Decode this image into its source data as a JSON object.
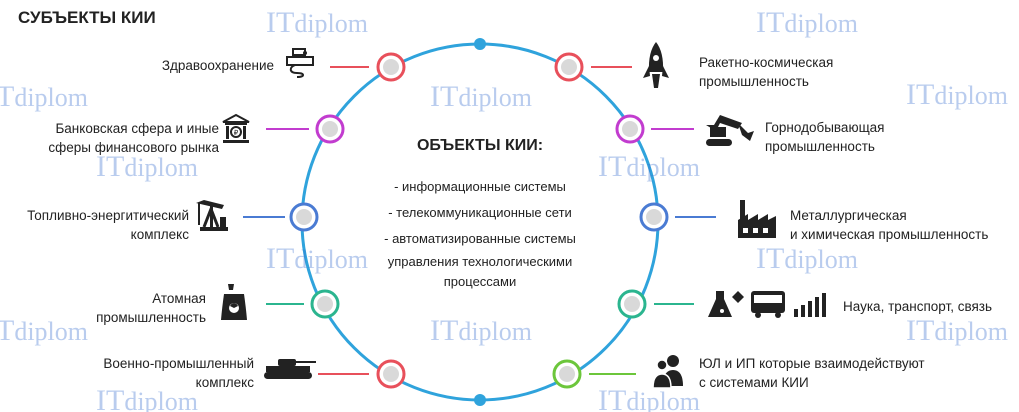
{
  "title": "СУБЪЕКТЫ КИИ",
  "center": {
    "heading": "ОБЪЕКТЫ КИИ:",
    "items": [
      "- информационные системы",
      "- телекоммуникационные сети",
      "- автоматизированные системы",
      "управления технологическими",
      "процессами"
    ]
  },
  "left_labels": [
    {
      "lines": [
        "Здравоохранение"
      ],
      "color": "#e8505b",
      "icon": "health-icon"
    },
    {
      "lines": [
        "Банковская сфера и иные",
        "сферы финансового рынка"
      ],
      "color": "#c23ccf",
      "icon": "bank-icon"
    },
    {
      "lines": [
        "Топливно-энергитический",
        "комплекс"
      ],
      "color": "#4a7bd3",
      "icon": "oil-pump-icon"
    },
    {
      "lines": [
        "Атомная",
        "промышленность"
      ],
      "color": "#2bb58f",
      "icon": "nuclear-plant-icon"
    },
    {
      "lines": [
        "Военно-промышленный",
        "комплекс"
      ],
      "color": "#e8505b",
      "icon": "tank-icon"
    }
  ],
  "right_labels": [
    {
      "lines": [
        "Ракетно-космическая",
        "промышленность"
      ],
      "color": "#e8505b",
      "icon": "rocket-icon"
    },
    {
      "lines": [
        "Горнодобывающая",
        "промышленность"
      ],
      "color": "#c23ccf",
      "icon": "excavator-icon"
    },
    {
      "lines": [
        "Металлургическая",
        "и химическая промышленность"
      ],
      "color": "#4a7bd3",
      "icon": "factory-icon"
    },
    {
      "lines": [
        "Наука, транспорт, связь"
      ],
      "color": "#2bb58f",
      "icon": "science-transport-icon"
    },
    {
      "lines": [
        "ЮЛ и ИП которые взаимодействуют",
        "с системами КИИ"
      ],
      "color": "#6cc63b",
      "icon": "people-icon"
    }
  ],
  "watermark": {
    "prefix": "IT",
    "suffix": "diplom"
  },
  "colors": {
    "ring": "#2fa3dc",
    "text": "#222222"
  }
}
